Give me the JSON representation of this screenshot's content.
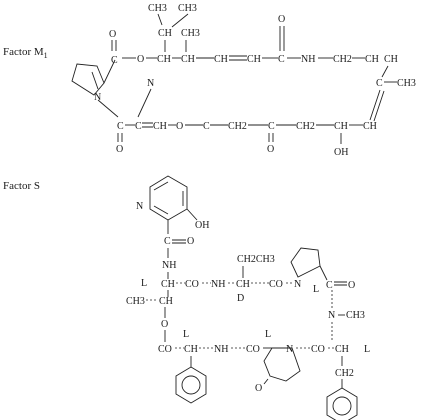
{
  "factor_m1": {
    "title": "Factor M",
    "title_sub": "1",
    "atoms": {
      "ch3_a": "CH3",
      "ch": "CH",
      "ch3_b": "CH3",
      "ch3_c": "CH3",
      "o_ester": "O",
      "o_amide": "O",
      "ch_chain_1": "CH",
      "ch_chain_2": "CH",
      "ch_chain_3": "CH",
      "c_amide": "C",
      "nh": "NH",
      "ch2": "CH2",
      "ch_end": "CH",
      "n_ring": "N",
      "n_side": "N",
      "c_keto": "C",
      "o_keto": "O",
      "c_alpha": "C",
      "ch_link": "CH",
      "o_link": "O",
      "c_link": "C",
      "ch2_link": "CH2",
      "c_keto2": "C",
      "o_keto2": "O",
      "ch2_b": "CH2",
      "ch_oh": "CH",
      "oh": "OH",
      "ch_right": "CH",
      "ch_top": "CH",
      "c_iso": "C",
      "ch3_iso": "CH3"
    }
  },
  "factor_s": {
    "title": "Factor S",
    "atoms": {
      "n_pyr": "N",
      "oh": "OH",
      "c_carbonyl": "C",
      "o_carbonyl": "O",
      "nh_1": "NH",
      "stereo_l1": "L",
      "ch_thr": "CH",
      "co_1": "CO",
      "nh_2": "NH",
      "ch2ch3": "CH2CH3",
      "ch_abu": "CH",
      "stereo_d": "D",
      "co_2": "CO",
      "n_pro": "N",
      "stereo_l2": "L",
      "c_pro": "C",
      "o_pro": "O",
      "ch3_thr": "CH3",
      "ch_thr2": "CH",
      "o_thr": "O",
      "n_me": "N",
      "ch3_me": "CH3",
      "co_3": "CO",
      "stereo_l3": "L",
      "ch_phg": "CH",
      "nh_3": "NH",
      "co_4": "CO",
      "n_pip": "N",
      "stereo_l4": "L",
      "co_5": "CO",
      "ch_phe": "CH",
      "stereo_l5": "L",
      "o_pip": "O",
      "ch2_phe": "CH2"
    }
  }
}
